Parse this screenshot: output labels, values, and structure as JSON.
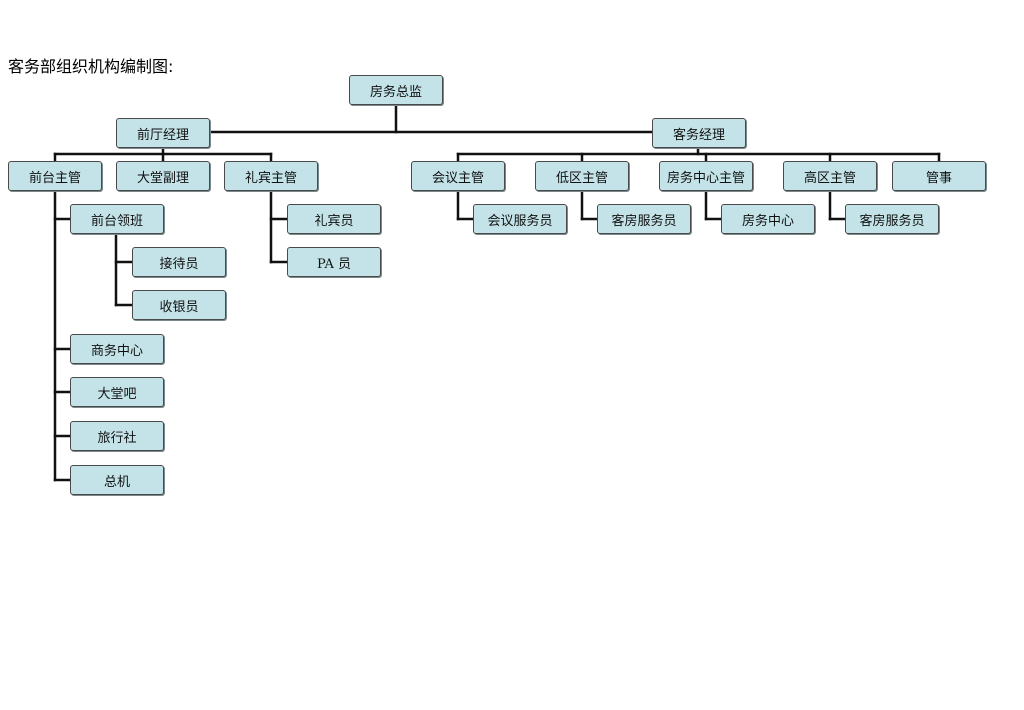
{
  "page_title": "客务部组织机构编制图:",
  "chart": {
    "director": "房务总监",
    "front_office_manager": "前厅经理",
    "housekeeping_manager": "客务经理",
    "front_desk_supervisor": "前台主管",
    "lobby_assistant_manager": "大堂副理",
    "concierge_supervisor": "礼宾主管",
    "meeting_supervisor": "会议主管",
    "low_zone_supervisor": "低区主管",
    "housekeeping_center_supervisor": "房务中心主管",
    "high_zone_supervisor": "高区主管",
    "steward": "管事",
    "front_desk_captain": "前台领班",
    "receptionist": "接待员",
    "cashier": "收银员",
    "business_center": "商务中心",
    "lobby_bar": "大堂吧",
    "travel_agency": "旅行社",
    "operator": "总机",
    "bellman": "礼宾员",
    "pa_staff": "PA 员",
    "meeting_attendant": "会议服务员",
    "low_zone_room_attendant": "客房服务员",
    "housekeeping_center": "房务中心",
    "high_zone_room_attendant": "客房服务员"
  }
}
